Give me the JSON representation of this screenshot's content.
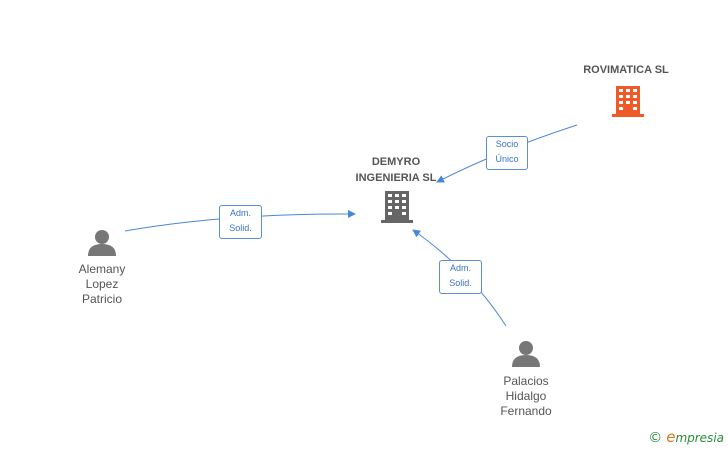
{
  "nodes": {
    "rovimatica": {
      "label": "ROVIMATICA SL",
      "type": "company",
      "color": "#f05a28"
    },
    "demyro": {
      "label": "DEMYRO\nINGENIERIA SL",
      "type": "company",
      "color": "#666666"
    },
    "alemany": {
      "label": "Alemany\nLopez\nPatricio",
      "type": "person",
      "color": "#777777"
    },
    "palacios": {
      "label": "Palacios\nHidalgo\nFernando",
      "type": "person",
      "color": "#777777"
    }
  },
  "edges": {
    "rovimatica_demyro": {
      "label": "Socio\nÚnico"
    },
    "alemany_demyro": {
      "label": "Adm.\nSolid."
    },
    "palacios_demyro": {
      "label": "Adm.\nSolid."
    }
  },
  "colors": {
    "edge": "#4a86d8",
    "edge_label_border": "#5b8fd1"
  },
  "brand": {
    "copyright": "©",
    "e": "e",
    "rest": "mpresia"
  }
}
